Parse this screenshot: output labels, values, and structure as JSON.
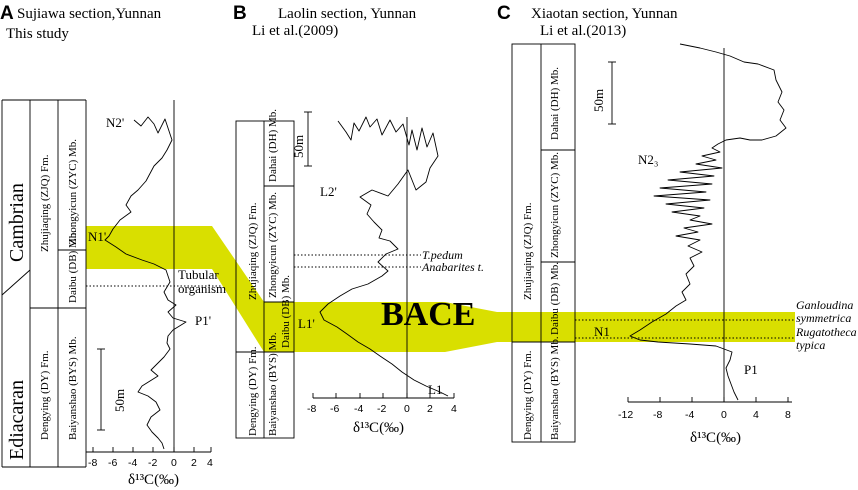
{
  "panels": [
    {
      "letter": "A",
      "title": "Sujiawa section,Yunnan",
      "source": "This study"
    },
    {
      "letter": "B",
      "title": "Laolin section, Yunnan",
      "source": "Li et al.(2009)"
    },
    {
      "letter": "C",
      "title": "Xiaotan section, Yunnan",
      "source": "Li et al.(2013)"
    }
  ],
  "eras": {
    "cambrian": "Cambrian",
    "ediacaran": "Ediacaran"
  },
  "units": {
    "zjq_fm": "Zhujiaqing (ZJQ) Fm.",
    "zyc_mb": "Zhongyicun (ZYC) Mb.",
    "db_mb": "Daibu (DB) Mb.",
    "dy_fm": "Dengying (DY) Fm.",
    "bys_mb": "Baiyanshao (BYS) Mb.",
    "dh_mb": "Dahai (DH) Mb.",
    "zyc_mb_two": "Zhongyicun (ZYC) Mb.",
    "db_mb_two": "Daibu (DB) Mb.",
    "dy_fm_two": "Dengying (DY) Fm.",
    "bys_mb_two": "Baiyanshao (BYS) Mb.",
    "dh_mb_two": "Dahai (DH) Mb.",
    "zyc_mb_three": "Zhongyicun (ZYC) Mb.",
    "db_mb_three": "Daibu (DB) Mb.",
    "dy_fm_three": "Dengying (DY) Fm.",
    "bys_mb_three": "Baiyanshao (BYS) Mb.",
    "zjq_fm_two": "Zhujiaqing (ZJQ) Fm.",
    "zjq_fm_three": "Zhujiaqing (ZJQ) Fm."
  },
  "scale": {
    "a": "50m",
    "b": "50m",
    "c": "50m"
  },
  "markers": {
    "a_n2": "N2'",
    "a_n1": "N1'",
    "a_p1": "P1'",
    "b_l2": "L2'",
    "b_l1p": "L1'",
    "b_l1": "L1",
    "c_n2": "N2₃",
    "c_n1": "N1",
    "c_p1": "P1"
  },
  "fossils": {
    "tubular_1": "Tubular",
    "tubular_2": "organism",
    "tpedum": "T.pedum",
    "anabarites": "Anabarites t.",
    "ganloudina_1": "Ganloudina",
    "ganloudina_2": "symmetrica",
    "rugatotheca_1": "Rugatotheca",
    "rugatotheca_2": "typica"
  },
  "bace": "BACE",
  "axis_label": "δ¹³C(‰)",
  "ticks": {
    "a": [
      "-8",
      "-6",
      "-4",
      "-2",
      "0",
      "2",
      "4"
    ],
    "b": [
      "-8",
      "-6",
      "-4",
      "-2",
      "0",
      "2",
      "4"
    ],
    "c": [
      "-12",
      "-8",
      "-4",
      "0",
      "4",
      "8"
    ]
  },
  "colors": {
    "band": "#d9df00",
    "line": "#000000"
  }
}
